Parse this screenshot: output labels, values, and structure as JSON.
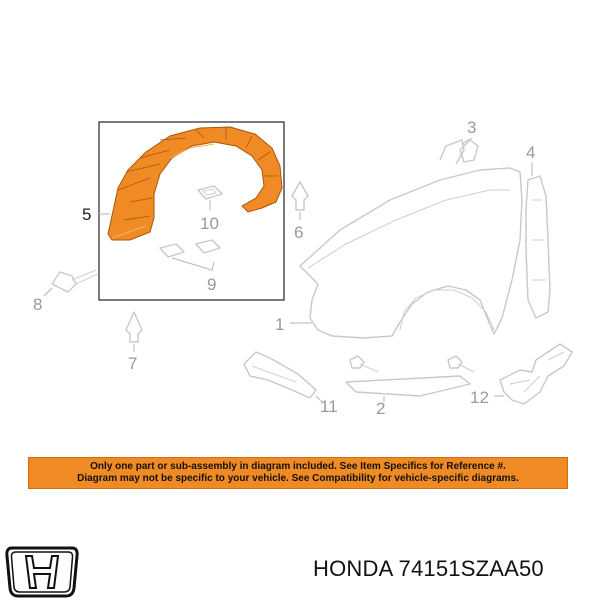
{
  "callouts": {
    "c1": "1",
    "c2": "2",
    "c3": "3",
    "c4": "4",
    "c5": "5",
    "c6": "6",
    "c7": "7",
    "c8": "8",
    "c9": "9",
    "c10": "10",
    "c11": "11",
    "c12": "12"
  },
  "notice": {
    "line1": "Only one part or sub-assembly in diagram included. See Item Specifics for Reference #.",
    "line2": "Diagram may not be specific to your vehicle. See Compatibility for vehicle-specific diagrams."
  },
  "brand": {
    "logo_name": "honda-logo",
    "brand_text": "HONDA 74151SZAA50"
  },
  "colors": {
    "highlight_part": "#f08a24",
    "notice_bg": "#f08a24",
    "line_art": "#c8c8c8"
  }
}
